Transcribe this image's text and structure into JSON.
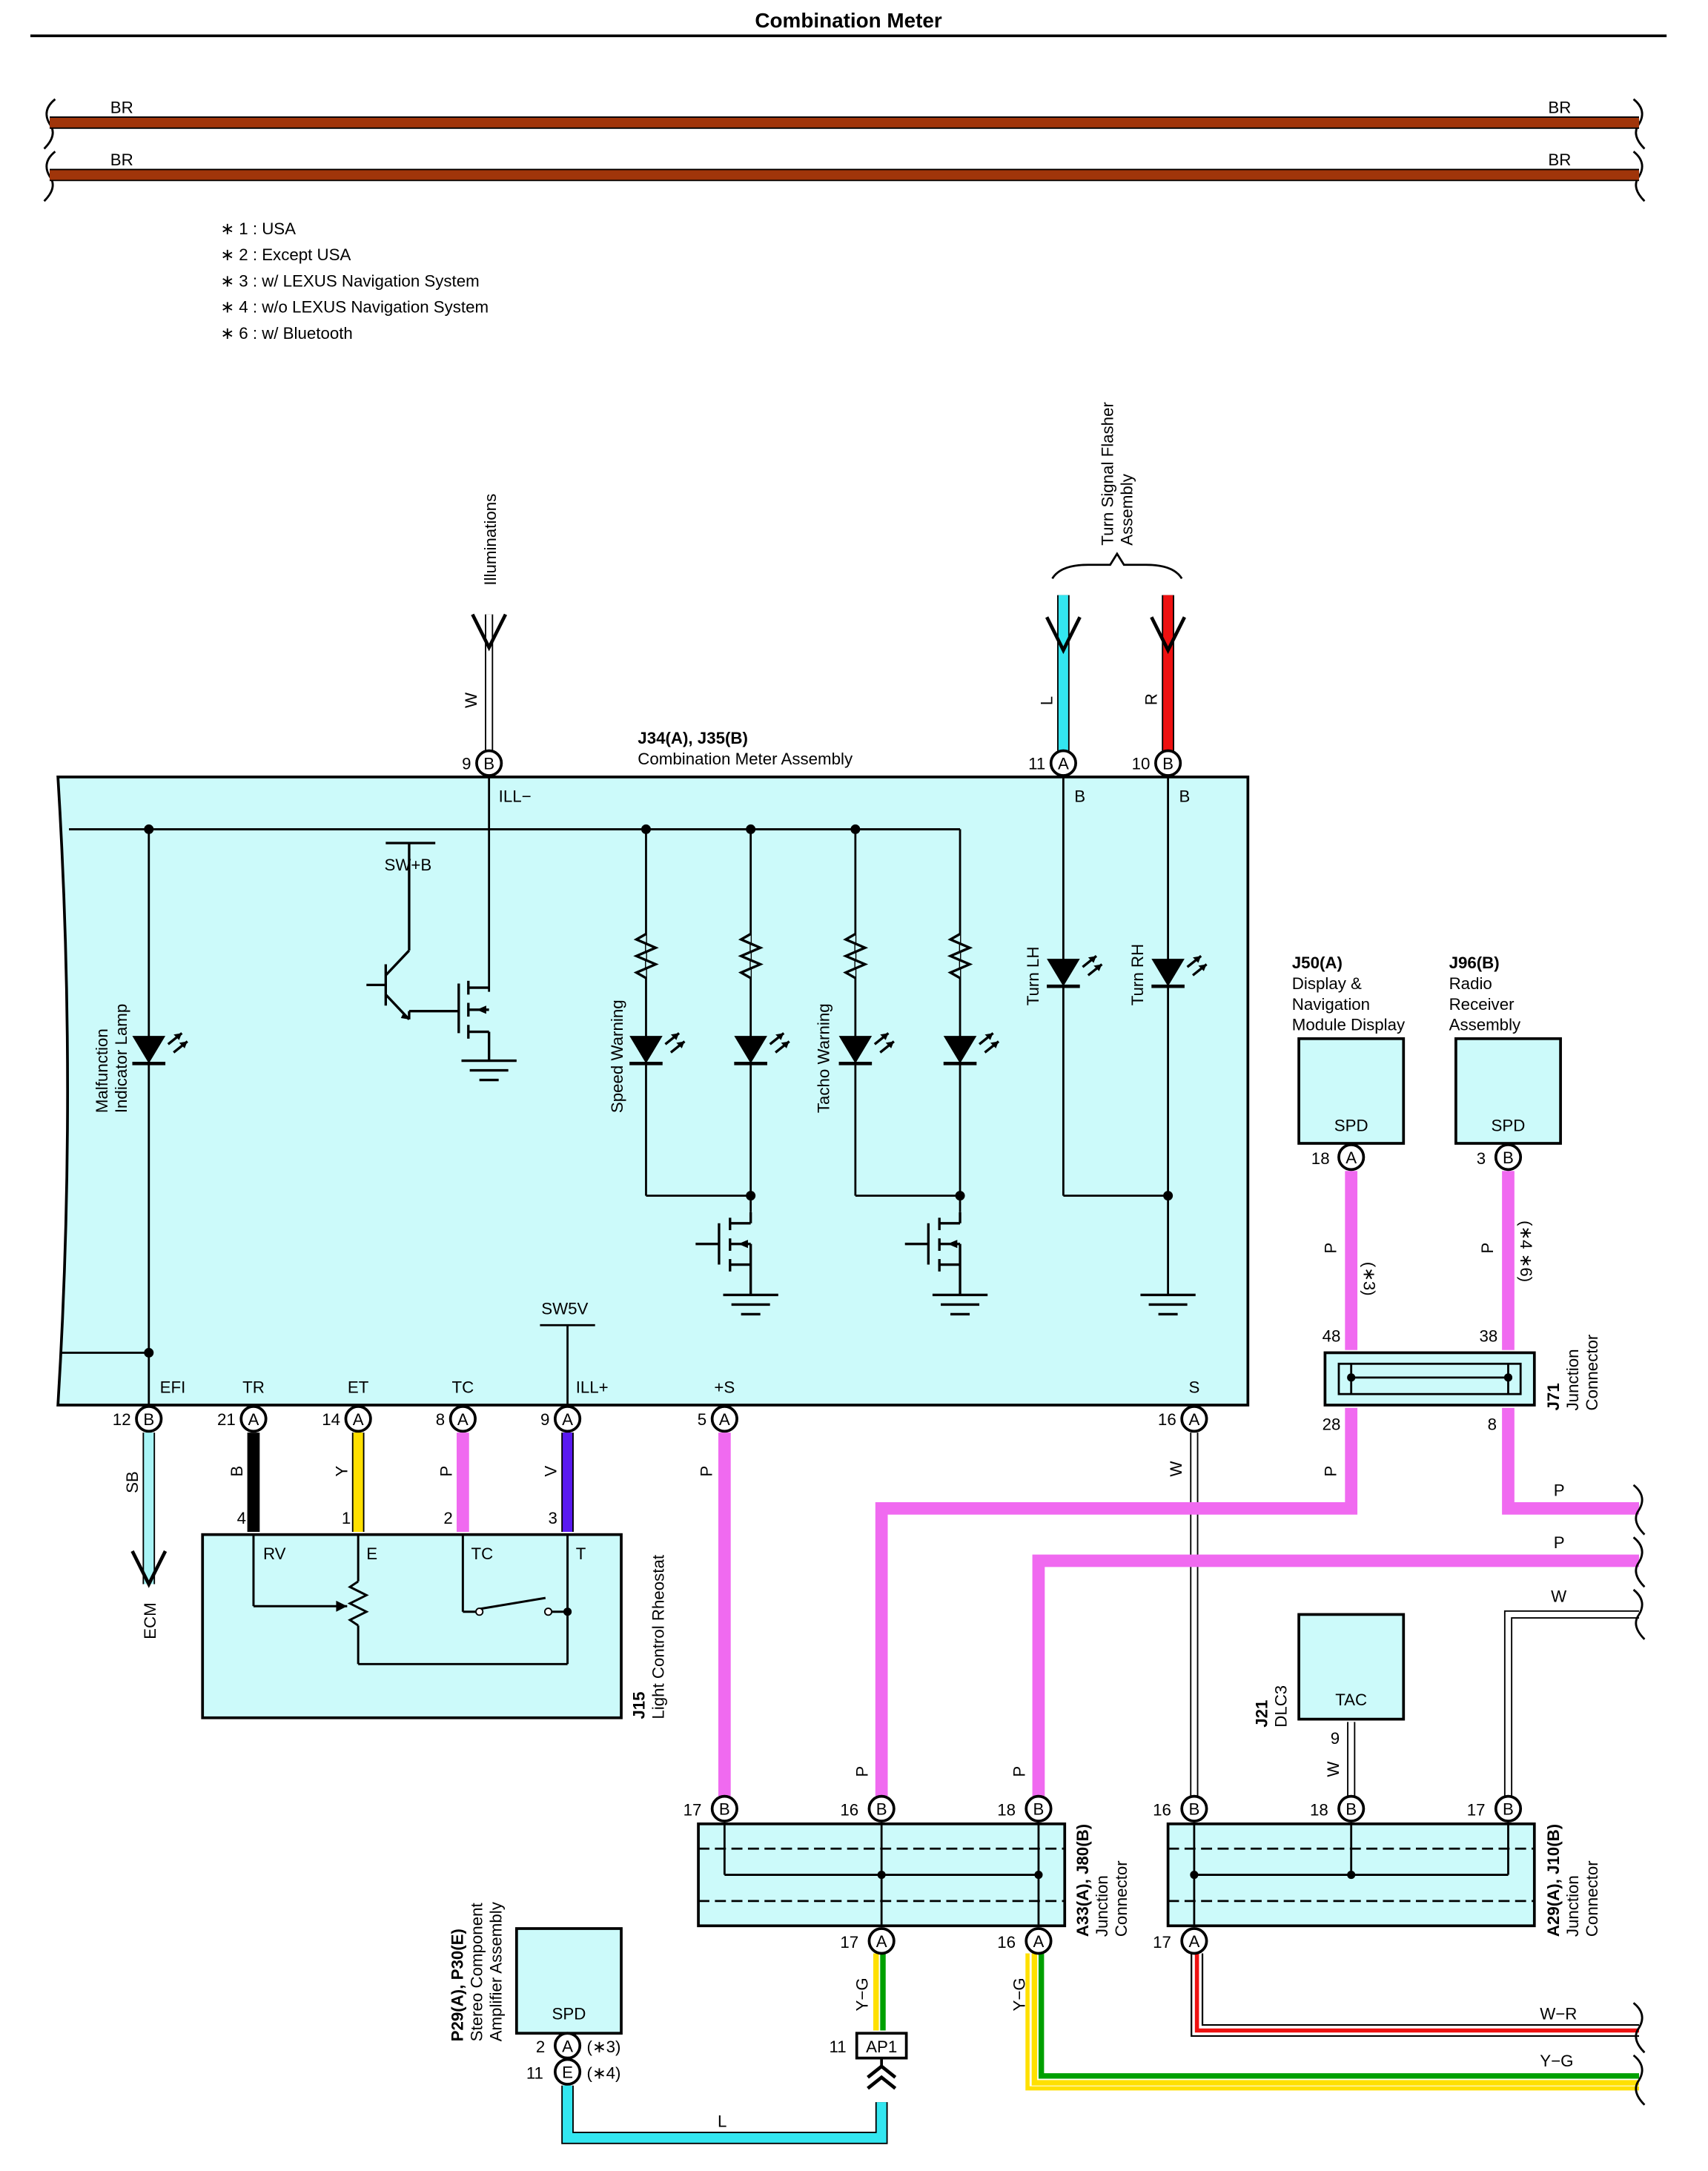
{
  "title": "Combination Meter",
  "colors": {
    "BR": "#a0350a",
    "L": "#33e6f0",
    "R": "#ee1111",
    "SB": "#a8f4f6",
    "B": "#000000",
    "Y": "#ffe000",
    "P": "#f06af0",
    "V": "#5a1af0",
    "W": "#ffffff",
    "G": "#00a000",
    "box": "#ccfafa"
  },
  "top_wires": {
    "label": "BR"
  },
  "notes": [
    "∗ 1 : USA",
    "∗ 2 : Except USA",
    "∗ 3 : w/ LEXUS Navigation System",
    "∗ 4 : w/o LEXUS Navigation System",
    "∗ 6 : w/ Bluetooth"
  ],
  "meter": {
    "code": "J34(A), J35(B)",
    "name": "Combination Meter Assembly",
    "terminals": [
      {
        "pin": "9",
        "conn": "B",
        "name": "ILL−"
      },
      {
        "pin": "11",
        "conn": "A",
        "name": "B"
      },
      {
        "pin": "10",
        "conn": "B",
        "name": "B"
      },
      {
        "pin": "12",
        "conn": "B",
        "name": "EFI"
      },
      {
        "pin": "21",
        "conn": "A",
        "name": "TR"
      },
      {
        "pin": "14",
        "conn": "A",
        "name": "ET"
      },
      {
        "pin": "8",
        "conn": "A",
        "name": "TC"
      },
      {
        "pin": "9",
        "conn": "A",
        "name": "ILL+"
      },
      {
        "pin": "5",
        "conn": "A",
        "name": "+S"
      },
      {
        "pin": "16",
        "conn": "A",
        "name": "S"
      }
    ],
    "labels": {
      "mil": [
        "Malfunction",
        "Indicator Lamp"
      ],
      "speed": "Speed Warning",
      "tacho": "Tacho Warning",
      "turn_lh": "Turn LH",
      "turn_rh": "Turn RH",
      "swb": "SW+B",
      "sw5v": "SW5V"
    }
  },
  "illuminations": {
    "label": "Illuminations",
    "wire": "W"
  },
  "turn_flasher": {
    "lines": [
      "Turn Signal Flasher",
      "Assembly"
    ],
    "wire_l": "L",
    "wire_r": "R"
  },
  "bottom_wires": [
    "SB",
    "B",
    "Y",
    "P",
    "V",
    "P",
    "W"
  ],
  "ecm": "ECM",
  "rheostat": {
    "code": "J15",
    "name": "Light Control Rheostat",
    "pins": [
      "4",
      "1",
      "2",
      "3"
    ],
    "terms": [
      "RV",
      "E",
      "TC",
      "T"
    ]
  },
  "j50": {
    "code": "J50(A)",
    "lines": [
      "Display &",
      "Navigation",
      "Module Display"
    ],
    "term": "SPD",
    "pin": "18",
    "conn": "A",
    "wire": "P",
    "note": "(∗3)"
  },
  "j96": {
    "code": "J96(B)",
    "lines": [
      "Radio",
      "Receiver",
      "Assembly"
    ],
    "term": "SPD",
    "pin": "3",
    "conn": "B",
    "wire": "P",
    "note": "(∗4 ∗6)"
  },
  "j71": {
    "code": "J71",
    "name": [
      "Junction",
      "Connector"
    ],
    "pins": [
      "48",
      "38",
      "28",
      "8"
    ],
    "wire_a": "P",
    "wire_b": "P"
  },
  "right_wires": [
    "P",
    "P",
    "W"
  ],
  "j21": {
    "code": "J21",
    "name": "DLC3",
    "term": "TAC",
    "pin": "9",
    "wire": "W"
  },
  "a33": {
    "code": "A33(A), J80(B)",
    "name": [
      "Junction",
      "Connector"
    ],
    "top": [
      {
        "pin": "17",
        "conn": "B"
      },
      {
        "pin": "16",
        "conn": "B"
      },
      {
        "pin": "18",
        "conn": "B"
      }
    ],
    "bottom": [
      {
        "pin": "17",
        "conn": "A"
      },
      {
        "pin": "16",
        "conn": "A"
      }
    ],
    "wires": [
      "P",
      "P",
      "Y−G",
      "Y−G"
    ]
  },
  "a29": {
    "code": "A29(A), J10(B)",
    "name": [
      "Junction",
      "Connector"
    ],
    "top": [
      {
        "pin": "16",
        "conn": "B"
      },
      {
        "pin": "18",
        "conn": "B"
      },
      {
        "pin": "17",
        "conn": "B"
      }
    ],
    "bottom": [
      {
        "pin": "17",
        "conn": "A"
      }
    ],
    "wires": [
      "W",
      "W−R",
      "Y−G"
    ]
  },
  "p29": {
    "code": "P29(A), P30(E)",
    "name": [
      "Stereo Component",
      "Amplifier Assembly"
    ],
    "term": "SPD",
    "pins": [
      {
        "pin": "2",
        "conn": "A",
        "note": "(∗3)"
      },
      {
        "pin": "11",
        "conn": "E",
        "note": "(∗4)"
      }
    ],
    "wire": "L"
  },
  "ap1": {
    "pin": "11",
    "name": "AP1"
  }
}
